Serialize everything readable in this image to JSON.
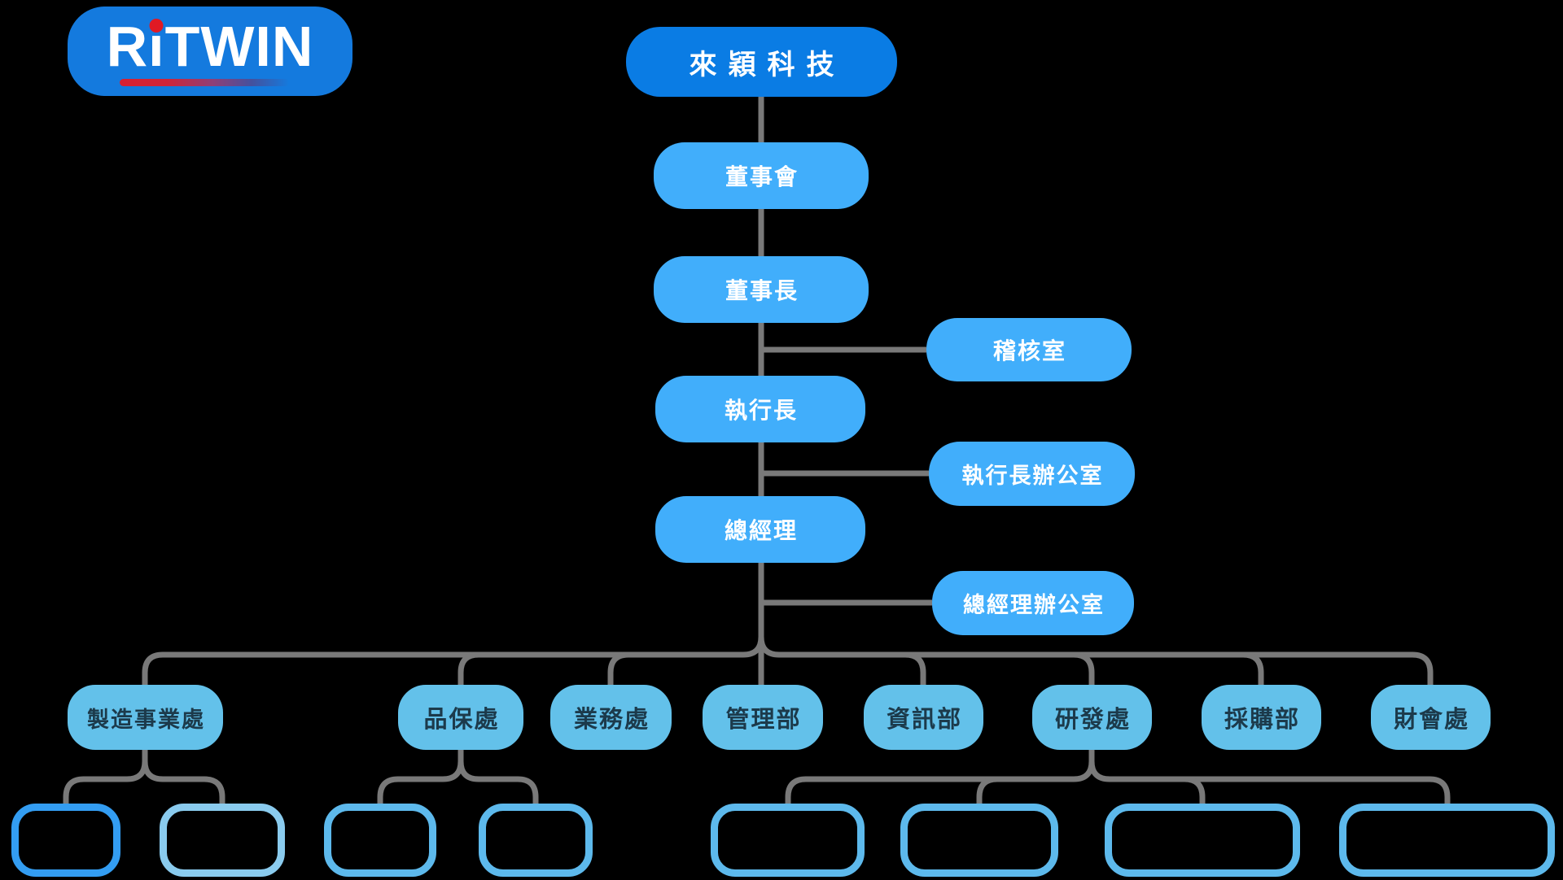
{
  "logo": {
    "text_r": "R",
    "text_i": "i",
    "text_rest": "TWIN",
    "badge_color": "#147ade",
    "i_dot_color": "#e01a24",
    "underline_gradient": [
      "#d92030",
      "#44519e"
    ]
  },
  "palette": {
    "background": "#000000",
    "root_fill": "#0a7ce4",
    "node_fill": "#41aefb",
    "dept_fill": "#63c1ea",
    "dept_text": "#1c3a4b",
    "node_text": "#ffffff",
    "connector": "#797979",
    "sub_border_bright": "#339df2",
    "sub_border_pale": "#8acbee",
    "sub_border_sky": "#5db9ec"
  },
  "org": {
    "root": {
      "label": "來穎科技"
    },
    "chain": [
      {
        "label": "董事會"
      },
      {
        "label": "董事長"
      },
      {
        "label": "執行長"
      },
      {
        "label": "總經理"
      }
    ],
    "staff_offices": [
      {
        "label": "稽核室",
        "attached_to": "董事長"
      },
      {
        "label": "執行長辦公室",
        "attached_to": "執行長"
      },
      {
        "label": "總經理辦公室",
        "attached_to": "總經理"
      }
    ],
    "departments": [
      {
        "label": "製造事業處",
        "sub_unit_count": 2
      },
      {
        "label": "品保處",
        "sub_unit_count": 2
      },
      {
        "label": "業務處",
        "sub_unit_count": 0
      },
      {
        "label": "管理部",
        "sub_unit_count": 0
      },
      {
        "label": "資訊部",
        "sub_unit_count": 0
      },
      {
        "label": "研發處",
        "sub_unit_count": 4
      },
      {
        "label": "採購部",
        "sub_unit_count": 0
      },
      {
        "label": "財會處",
        "sub_unit_count": 0
      }
    ],
    "sub_units": [
      {
        "label": "",
        "border": "bright",
        "parent": "製造事業處"
      },
      {
        "label": "",
        "border": "pale",
        "parent": "製造事業處"
      },
      {
        "label": "",
        "border": "sky",
        "parent": "品保處"
      },
      {
        "label": "",
        "border": "sky",
        "parent": "品保處"
      },
      {
        "label": "",
        "border": "sky",
        "parent": "研發處"
      },
      {
        "label": "",
        "border": "sky",
        "parent": "研發處"
      },
      {
        "label": "",
        "border": "sky",
        "parent": "研發處"
      },
      {
        "label": "",
        "border": "sky",
        "parent": "研發處"
      }
    ]
  }
}
